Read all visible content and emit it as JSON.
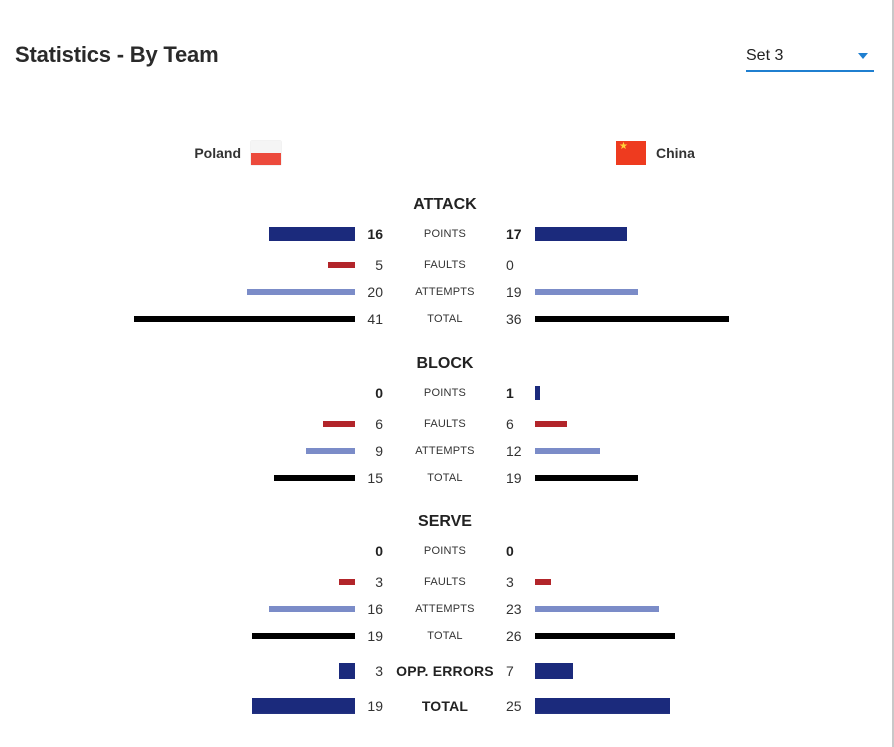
{
  "header": {
    "title": "Statistics - By Team"
  },
  "set_select": {
    "value": "Set 3"
  },
  "teams": {
    "left": {
      "name": "Poland",
      "flag": "poland-flag-icon"
    },
    "right": {
      "name": "China",
      "flag": "china-flag-icon"
    }
  },
  "colors": {
    "points": "#1b2a7c",
    "faults": "#b2252a",
    "attempts": "#7b8cc8",
    "total": "#000000"
  },
  "sections": [
    {
      "title": "ATTACK",
      "rows": [
        {
          "label": "POINTS",
          "left": "16",
          "right": "17",
          "type": "points",
          "bold": true
        },
        {
          "label": "FAULTS",
          "left": "5",
          "right": "0",
          "type": "faults"
        },
        {
          "label": "ATTEMPTS",
          "left": "20",
          "right": "19",
          "type": "attempts"
        },
        {
          "label": "TOTAL",
          "left": "41",
          "right": "36",
          "type": "total"
        }
      ]
    },
    {
      "title": "BLOCK",
      "rows": [
        {
          "label": "POINTS",
          "left": "0",
          "right": "1",
          "type": "points",
          "bold": true
        },
        {
          "label": "FAULTS",
          "left": "6",
          "right": "6",
          "type": "faults"
        },
        {
          "label": "ATTEMPTS",
          "left": "9",
          "right": "12",
          "type": "attempts"
        },
        {
          "label": "TOTAL",
          "left": "15",
          "right": "19",
          "type": "total"
        }
      ]
    },
    {
      "title": "SERVE",
      "rows": [
        {
          "label": "POINTS",
          "left": "0",
          "right": "0",
          "type": "points",
          "bold": true
        },
        {
          "label": "FAULTS",
          "left": "3",
          "right": "3",
          "type": "faults"
        },
        {
          "label": "ATTEMPTS",
          "left": "16",
          "right": "23",
          "type": "attempts"
        },
        {
          "label": "TOTAL",
          "left": "19",
          "right": "26",
          "type": "total"
        }
      ]
    }
  ],
  "summary": [
    {
      "label": "OPP. ERRORS",
      "left": "3",
      "right": "7",
      "type": "points"
    },
    {
      "label": "TOTAL",
      "left": "19",
      "right": "25",
      "type": "points"
    }
  ]
}
